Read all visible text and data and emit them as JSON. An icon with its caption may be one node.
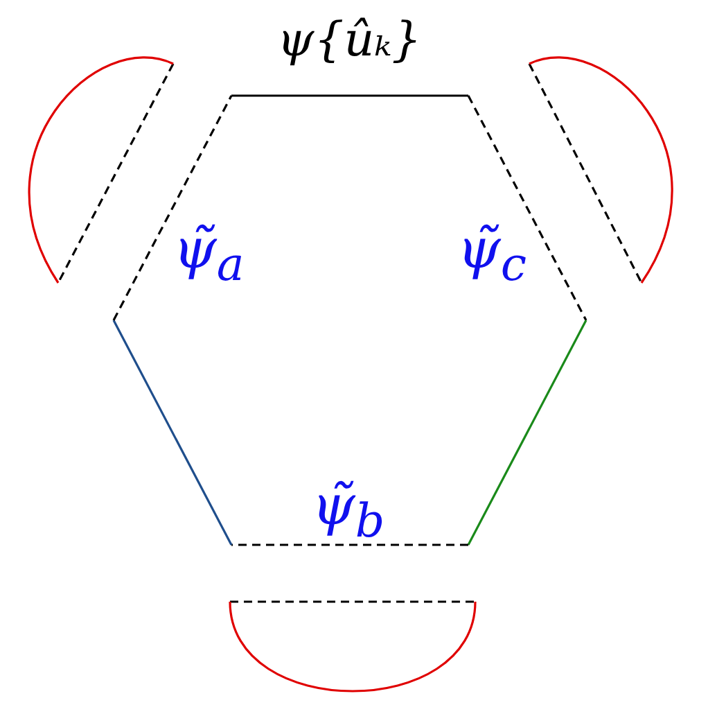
{
  "diagram": {
    "labels": [
      "ψ{ûₖ}",
      "ψ̃$_{a}$",
      "ψ̃$_{c}$",
      "ψ̃$_{b}$"
    ]
  }
}
